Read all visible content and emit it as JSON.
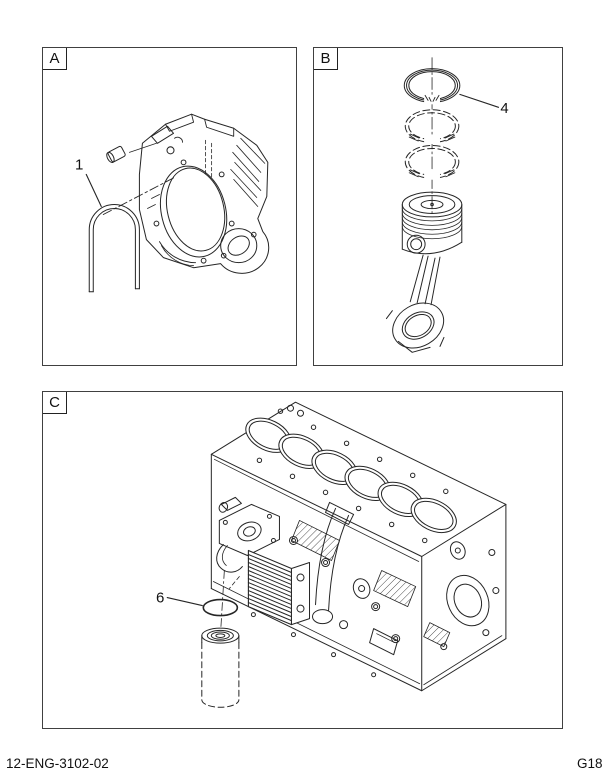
{
  "panels": {
    "a": {
      "label": "A",
      "callout": "1"
    },
    "b": {
      "label": "B",
      "callout": "4"
    },
    "c": {
      "label": "C",
      "callout": "6"
    }
  },
  "footer": {
    "document_code": "12-ENG-3102-02",
    "page_code": "G18"
  },
  "colors": {
    "line": "#262626",
    "panel_border": "#404040",
    "background": "#ffffff",
    "text": "#111111"
  }
}
